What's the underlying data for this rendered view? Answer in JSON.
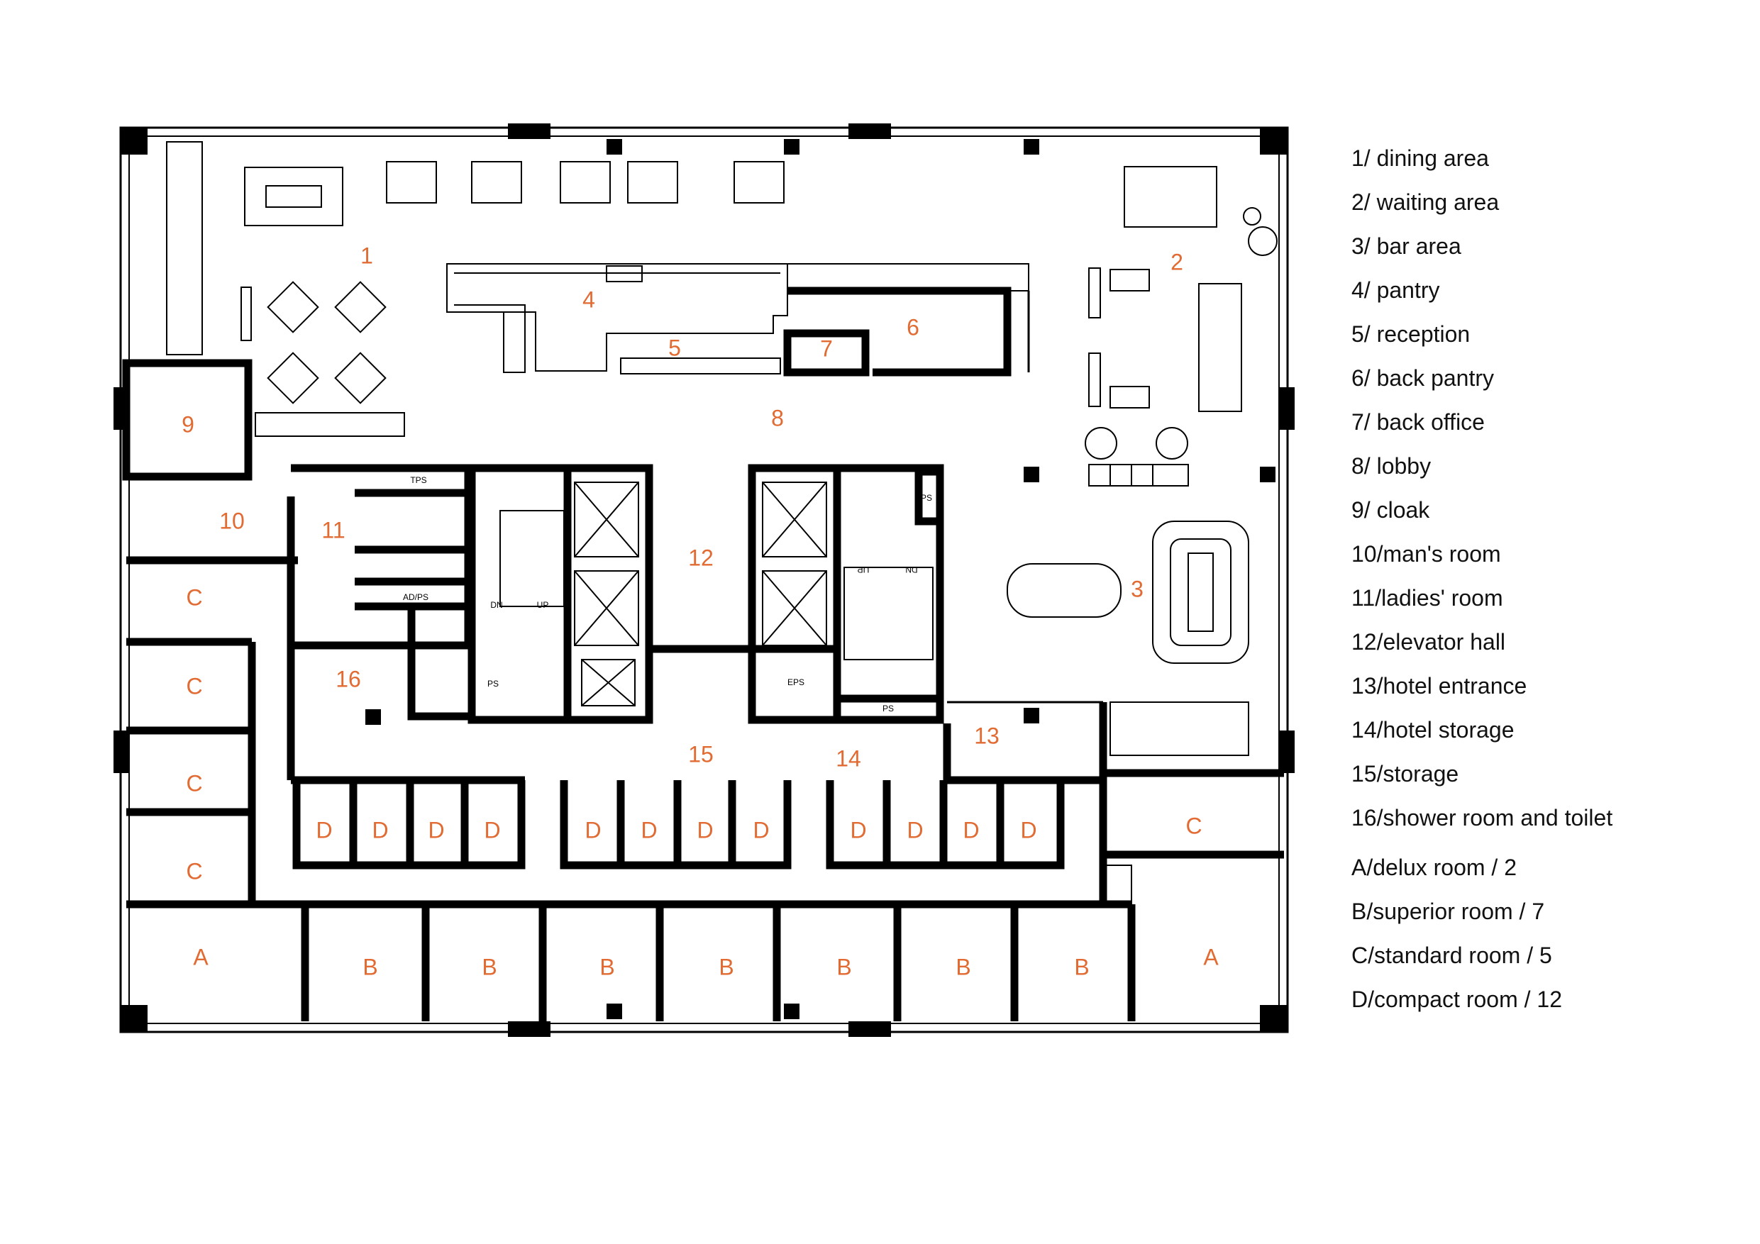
{
  "plan": {
    "room_labels": [
      {
        "key": "1",
        "text": "1"
      },
      {
        "key": "2",
        "text": "2"
      },
      {
        "key": "3",
        "text": "3"
      },
      {
        "key": "4",
        "text": "4"
      },
      {
        "key": "5",
        "text": "5"
      },
      {
        "key": "6",
        "text": "6"
      },
      {
        "key": "7",
        "text": "7"
      },
      {
        "key": "8",
        "text": "8"
      },
      {
        "key": "9",
        "text": "9"
      },
      {
        "key": "10",
        "text": "10"
      },
      {
        "key": "11",
        "text": "11"
      },
      {
        "key": "12",
        "text": "12"
      },
      {
        "key": "13",
        "text": "13"
      },
      {
        "key": "14",
        "text": "14"
      },
      {
        "key": "15",
        "text": "15"
      },
      {
        "key": "16",
        "text": "16"
      },
      {
        "key": "A",
        "text": "A"
      },
      {
        "key": "B",
        "text": "B"
      },
      {
        "key": "C",
        "text": "C"
      },
      {
        "key": "D",
        "text": "D"
      }
    ],
    "small_tags": {
      "tps": "TPS",
      "adps": "AD/PS",
      "ps": "PS",
      "eps": "EPS",
      "dn": "DN",
      "up": "UP"
    },
    "label_color": "#e16b32"
  },
  "legend": [
    "1/  dining area",
    "2/  waiting area",
    "3/  bar area",
    "4/  pantry",
    "5/  reception",
    "6/  back pantry",
    "7/  back office",
    "8/  lobby",
    "9/  cloak",
    "10/man's room",
    "11/ladies' room",
    "12/elevator hall",
    "13/hotel entrance",
    "14/hotel storage",
    "15/storage",
    "16/shower room and toilet",
    "A/delux room / 2",
    "B/superior room / 7",
    "C/standard room / 5",
    "D/compact room / 12"
  ]
}
